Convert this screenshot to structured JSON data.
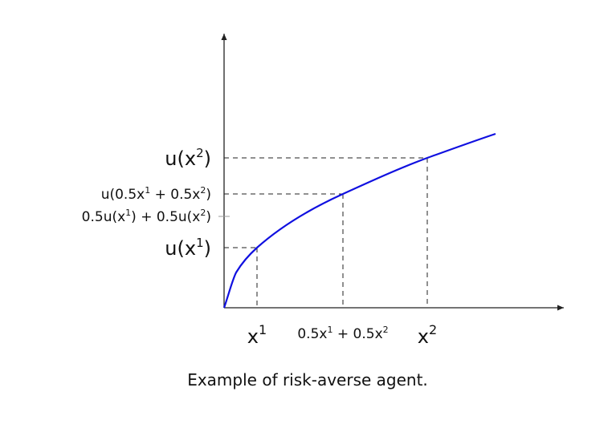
{
  "diagram": {
    "caption": "Example of risk-averse agent.",
    "x_labels": {
      "x1": {
        "base": "x",
        "sup": "1"
      },
      "mid": {
        "a": "0.5x",
        "a_sup": "1",
        "op": " + ",
        "b": "0.5x",
        "b_sup": "2"
      },
      "x2": {
        "base": "x",
        "sup": "2"
      }
    },
    "y_labels": {
      "u_x2": {
        "pre": "u(x",
        "sup": "2",
        "post": ")"
      },
      "u_mid": {
        "pre": "u(0.5x",
        "sup1": "1",
        "mid": " + 0.5x",
        "sup2": "2",
        "post": ")"
      },
      "eu": {
        "pre": "0.5u(x",
        "sup1": "1",
        "mid": ") + 0.5u(x",
        "sup2": "2",
        "post": ")"
      },
      "u_x1": {
        "pre": "u(x",
        "sup": "1",
        "post": ")"
      }
    },
    "curve_color": "#1010e0",
    "curve": "increasing concave utility u(x)"
  }
}
